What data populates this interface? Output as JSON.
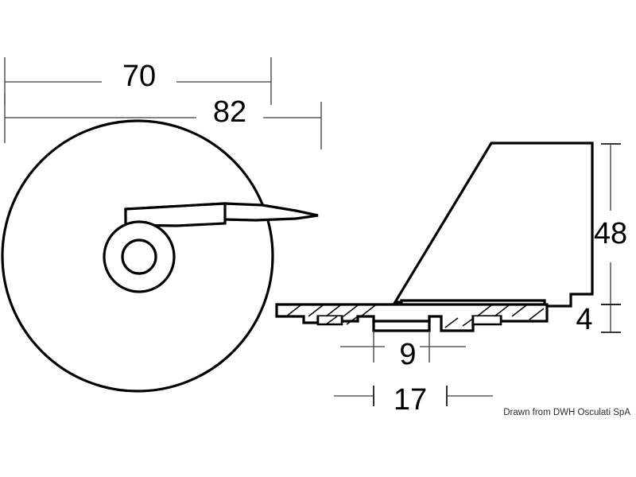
{
  "drawing": {
    "title": "Anode technical drawing",
    "credit": "Drawn from DWH Osculati SpA",
    "units": "mm",
    "line_color": "#000000",
    "dimension_color": "#3a3a3a",
    "background": "#ffffff"
  },
  "dimensions": {
    "d70": {
      "label": "70",
      "value": 70,
      "orientation": "horizontal",
      "view": "front"
    },
    "d82": {
      "label": "82",
      "value": 82,
      "orientation": "horizontal",
      "view": "front"
    },
    "d48": {
      "label": "48",
      "value": 48,
      "orientation": "vertical",
      "view": "side"
    },
    "d4": {
      "label": "4",
      "value": 4,
      "orientation": "vertical",
      "view": "side"
    },
    "d9": {
      "label": "9",
      "value": 9,
      "orientation": "horizontal",
      "view": "side"
    },
    "d17": {
      "label": "17",
      "value": 17,
      "orientation": "horizontal",
      "view": "side"
    }
  },
  "views": {
    "front": {
      "name": "front-view",
      "description": "circular disc with central hub bore and blade profile"
    },
    "side": {
      "name": "side-view",
      "description": "skeg fin profile over hatched mounting base plate"
    }
  }
}
